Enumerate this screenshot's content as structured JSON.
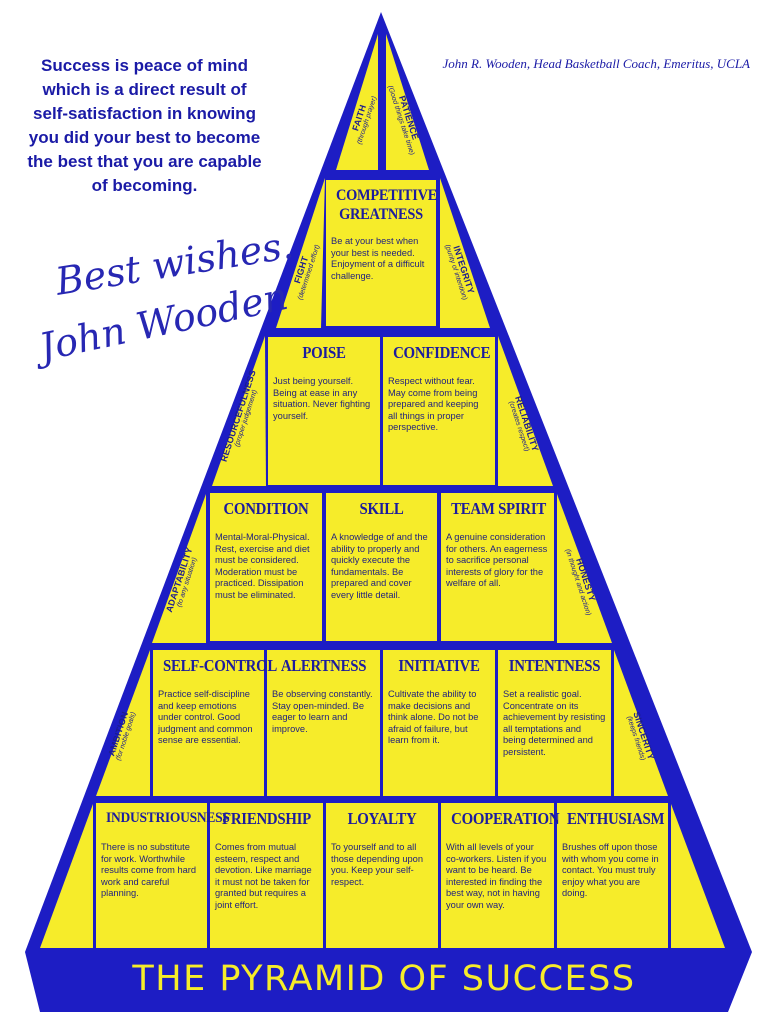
{
  "quote": "Success is peace of mind\nwhich is a direct result of\nself-satisfaction in knowing\nyou did your best to become\nthe best that you are capable\nof becoming.",
  "author": "John R. Wooden, Head Basketball Coach, Emeritus, UCLA",
  "signature": [
    "Best wishes.",
    "John Wooden"
  ],
  "footer_title": "THE PYRAMID OF SUCCESS",
  "colors": {
    "background": "#ffffff",
    "frame": "#1d1dc4",
    "block_fill": "#f6ec2a",
    "text": "#1c1c8e"
  },
  "sides": {
    "faith": {
      "label": "FAITH",
      "sub": "(through prayer)"
    },
    "patience": {
      "label": "PATIENCE",
      "sub": "(Good things take time)"
    },
    "fight": {
      "label": "FIGHT",
      "sub": "(determined effort)"
    },
    "integrity": {
      "label": "INTEGRITY",
      "sub": "(purity of intention)"
    },
    "resourcefulness": {
      "label": "RESOURCEFULNESS",
      "sub": "(proper judgement)"
    },
    "reliability": {
      "label": "RELIABILITY",
      "sub": "(creates respect)"
    },
    "adaptability": {
      "label": "ADAPTABILITY",
      "sub": "(to any situation)"
    },
    "honesty": {
      "label": "HONESTY",
      "sub": "(in thought and action)"
    },
    "ambition": {
      "label": "AMBITION",
      "sub": "(for noble goals)"
    },
    "sincerity": {
      "label": "SINCERITY",
      "sub": "(keeps friends)"
    }
  },
  "blocks": {
    "competitive_greatness": {
      "title": "COMPETITIVE GREATNESS",
      "desc": "Be at your best when your best is needed. Enjoyment of a difficult challenge."
    },
    "poise": {
      "title": "POISE",
      "desc": "Just being yourself. Being at ease in any situation. Never fighting yourself."
    },
    "confidence": {
      "title": "CONFIDENCE",
      "desc": "Respect without fear. May come from being prepared and keeping all things in proper perspective."
    },
    "condition": {
      "title": "CONDITION",
      "desc": "Mental-Moral-Physical. Rest, exercise and diet must be considered. Moderation must be practiced. Dissipation must be eliminated."
    },
    "skill": {
      "title": "SKILL",
      "desc": "A knowledge of and the ability to properly and quickly execute the fundamentals. Be prepared and cover every little detail."
    },
    "team_spirit": {
      "title": "TEAM SPIRIT",
      "desc": "A genuine consideration for others. An eagerness to sacrifice personal interests of glory for the welfare of all."
    },
    "self_control": {
      "title": "SELF-CONTROL",
      "desc": "Practice self-discipline and keep emotions under control. Good judgment and common sense are essential."
    },
    "alertness": {
      "title": "ALERTNESS",
      "desc": "Be observing constantly. Stay open-minded. Be eager to learn and improve."
    },
    "initiative": {
      "title": "INITIATIVE",
      "desc": "Cultivate the ability to make decisions and think alone. Do not be afraid of failure, but learn from it."
    },
    "intentness": {
      "title": "INTENTNESS",
      "desc": "Set a realistic goal. Concentrate on its achievement by resisting all temptations and being determined and persistent."
    },
    "industriousness": {
      "title": "INDUSTRIOUSNESS",
      "desc": "There is no substitute for work. Worthwhile results come from hard work and careful planning."
    },
    "friendship": {
      "title": "FRIENDSHIP",
      "desc": "Comes from mutual esteem, respect and devotion. Like marriage it must not be taken for granted but requires a joint effort."
    },
    "loyalty": {
      "title": "LOYALTY",
      "desc": "To yourself and to all those depending upon you. Keep your self-respect."
    },
    "cooperation": {
      "title": "COOPERATION",
      "desc": "With all levels of your co-workers. Listen if you want to be heard. Be interested in finding the best way, not in having your own way."
    },
    "enthusiasm": {
      "title": "ENTHUSIASM",
      "desc": "Brushes off upon those with whom you come in contact. You must truly enjoy what you are doing."
    }
  }
}
